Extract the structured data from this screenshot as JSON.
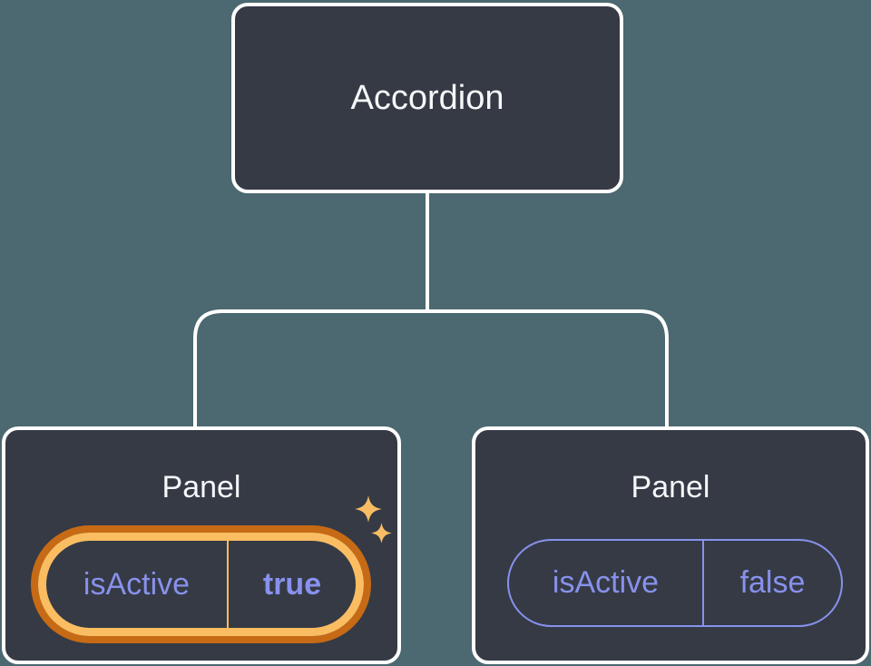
{
  "diagram": {
    "description": "React component tree showing an Accordion parent with two Panel children holding isActive state",
    "tree": {
      "root": {
        "label": "Accordion"
      },
      "children": [
        {
          "label": "Panel",
          "state": {
            "key": "isActive",
            "value": "true"
          },
          "highlighted": true
        },
        {
          "label": "Panel",
          "state": {
            "key": "isActive",
            "value": "false"
          },
          "highlighted": false
        }
      ]
    },
    "icons": {
      "sparkle_large": "sparkle-icon",
      "sparkle_small": "sparkle-icon"
    },
    "colors": {
      "background": "#4c6870",
      "node_fill": "#353a45",
      "node_border": "#ffffff",
      "node_text": "#f6f7f9",
      "state_accent": "#8891ec",
      "highlight_ring_inner": "#fabd62",
      "highlight_ring_outer": "#c76a15",
      "sparkle": "#f8bd64",
      "connector": "#ffffff"
    }
  }
}
